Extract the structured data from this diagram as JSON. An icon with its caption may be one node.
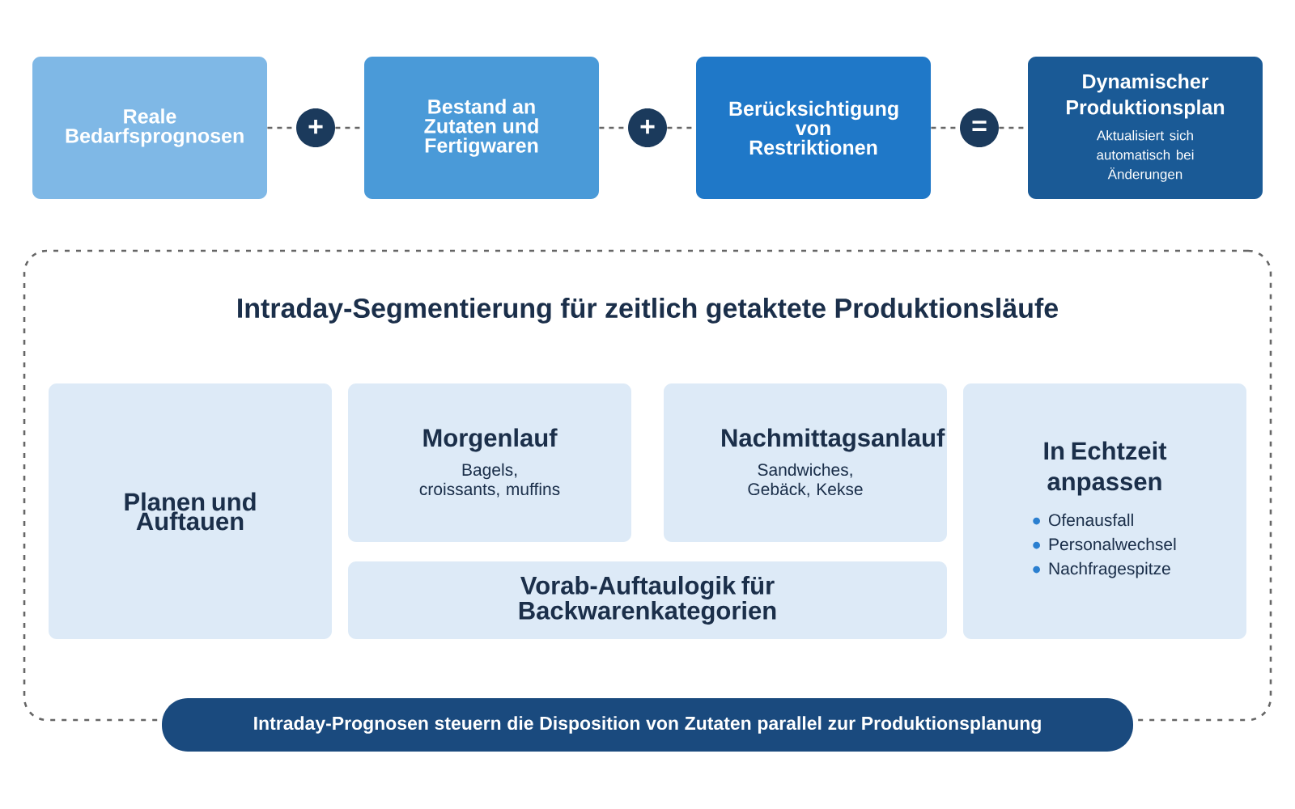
{
  "diagram": {
    "nodes": [
      {
        "text": [
          "Reale Bedarfsprognosen"
        ]
      },
      {
        "text": [
          "+"
        ]
      },
      {
        "text": [
          "Bestand an Zutaten und Fertigwaren"
        ]
      },
      {
        "text": [
          "+"
        ]
      },
      {
        "text": [
          "Berücksichtigung von Restriktionen"
        ]
      },
      {
        "text": [
          "="
        ]
      },
      {
        "text": [
          "Dynamischer Produktionsplan",
          "Aktualisiert sich automatisch bei Änderungen"
        ]
      },
      {
        "text": [
          "Intraday-Segmentierung für zeitlich getaktete Produktionsläufe"
        ]
      },
      {
        "text": [
          "Planen und Auftauen"
        ],
        "in": 7
      },
      {
        "text": [
          "Morgenlauf",
          "Bagels, croissants, muffins"
        ],
        "in": 7
      },
      {
        "text": [
          "Nachmittagsanlauf",
          "Sandwiches, Gebäck, Kekse"
        ],
        "in": 7
      },
      {
        "text": [
          "In Echtzeit anpassen",
          "Ofenausfall",
          "Personalwechsel",
          "Nachfragespitze"
        ],
        "in": 7
      },
      {
        "text": [
          "Vorab-Auftaulogik für Backwarenkategorien"
        ],
        "in": 7
      },
      {
        "text": [
          "Intraday-Prognosen steuern die Disposition von Zutaten parallel zur Produktionsplanung"
        ]
      }
    ],
    "edges": [
      {
        "from": 0,
        "to": 1,
        "arrow": "none",
        "style": "dashed"
      },
      {
        "from": 1,
        "to": 2,
        "arrow": "none",
        "style": "dashed"
      },
      {
        "from": 2,
        "to": 3,
        "arrow": "none",
        "style": "dashed"
      },
      {
        "from": 3,
        "to": 4,
        "arrow": "none",
        "style": "dashed"
      },
      {
        "from": 4,
        "to": 5,
        "arrow": "none",
        "style": "dashed"
      },
      {
        "from": 5,
        "to": 6,
        "arrow": "none",
        "style": "dashed"
      }
    ]
  }
}
